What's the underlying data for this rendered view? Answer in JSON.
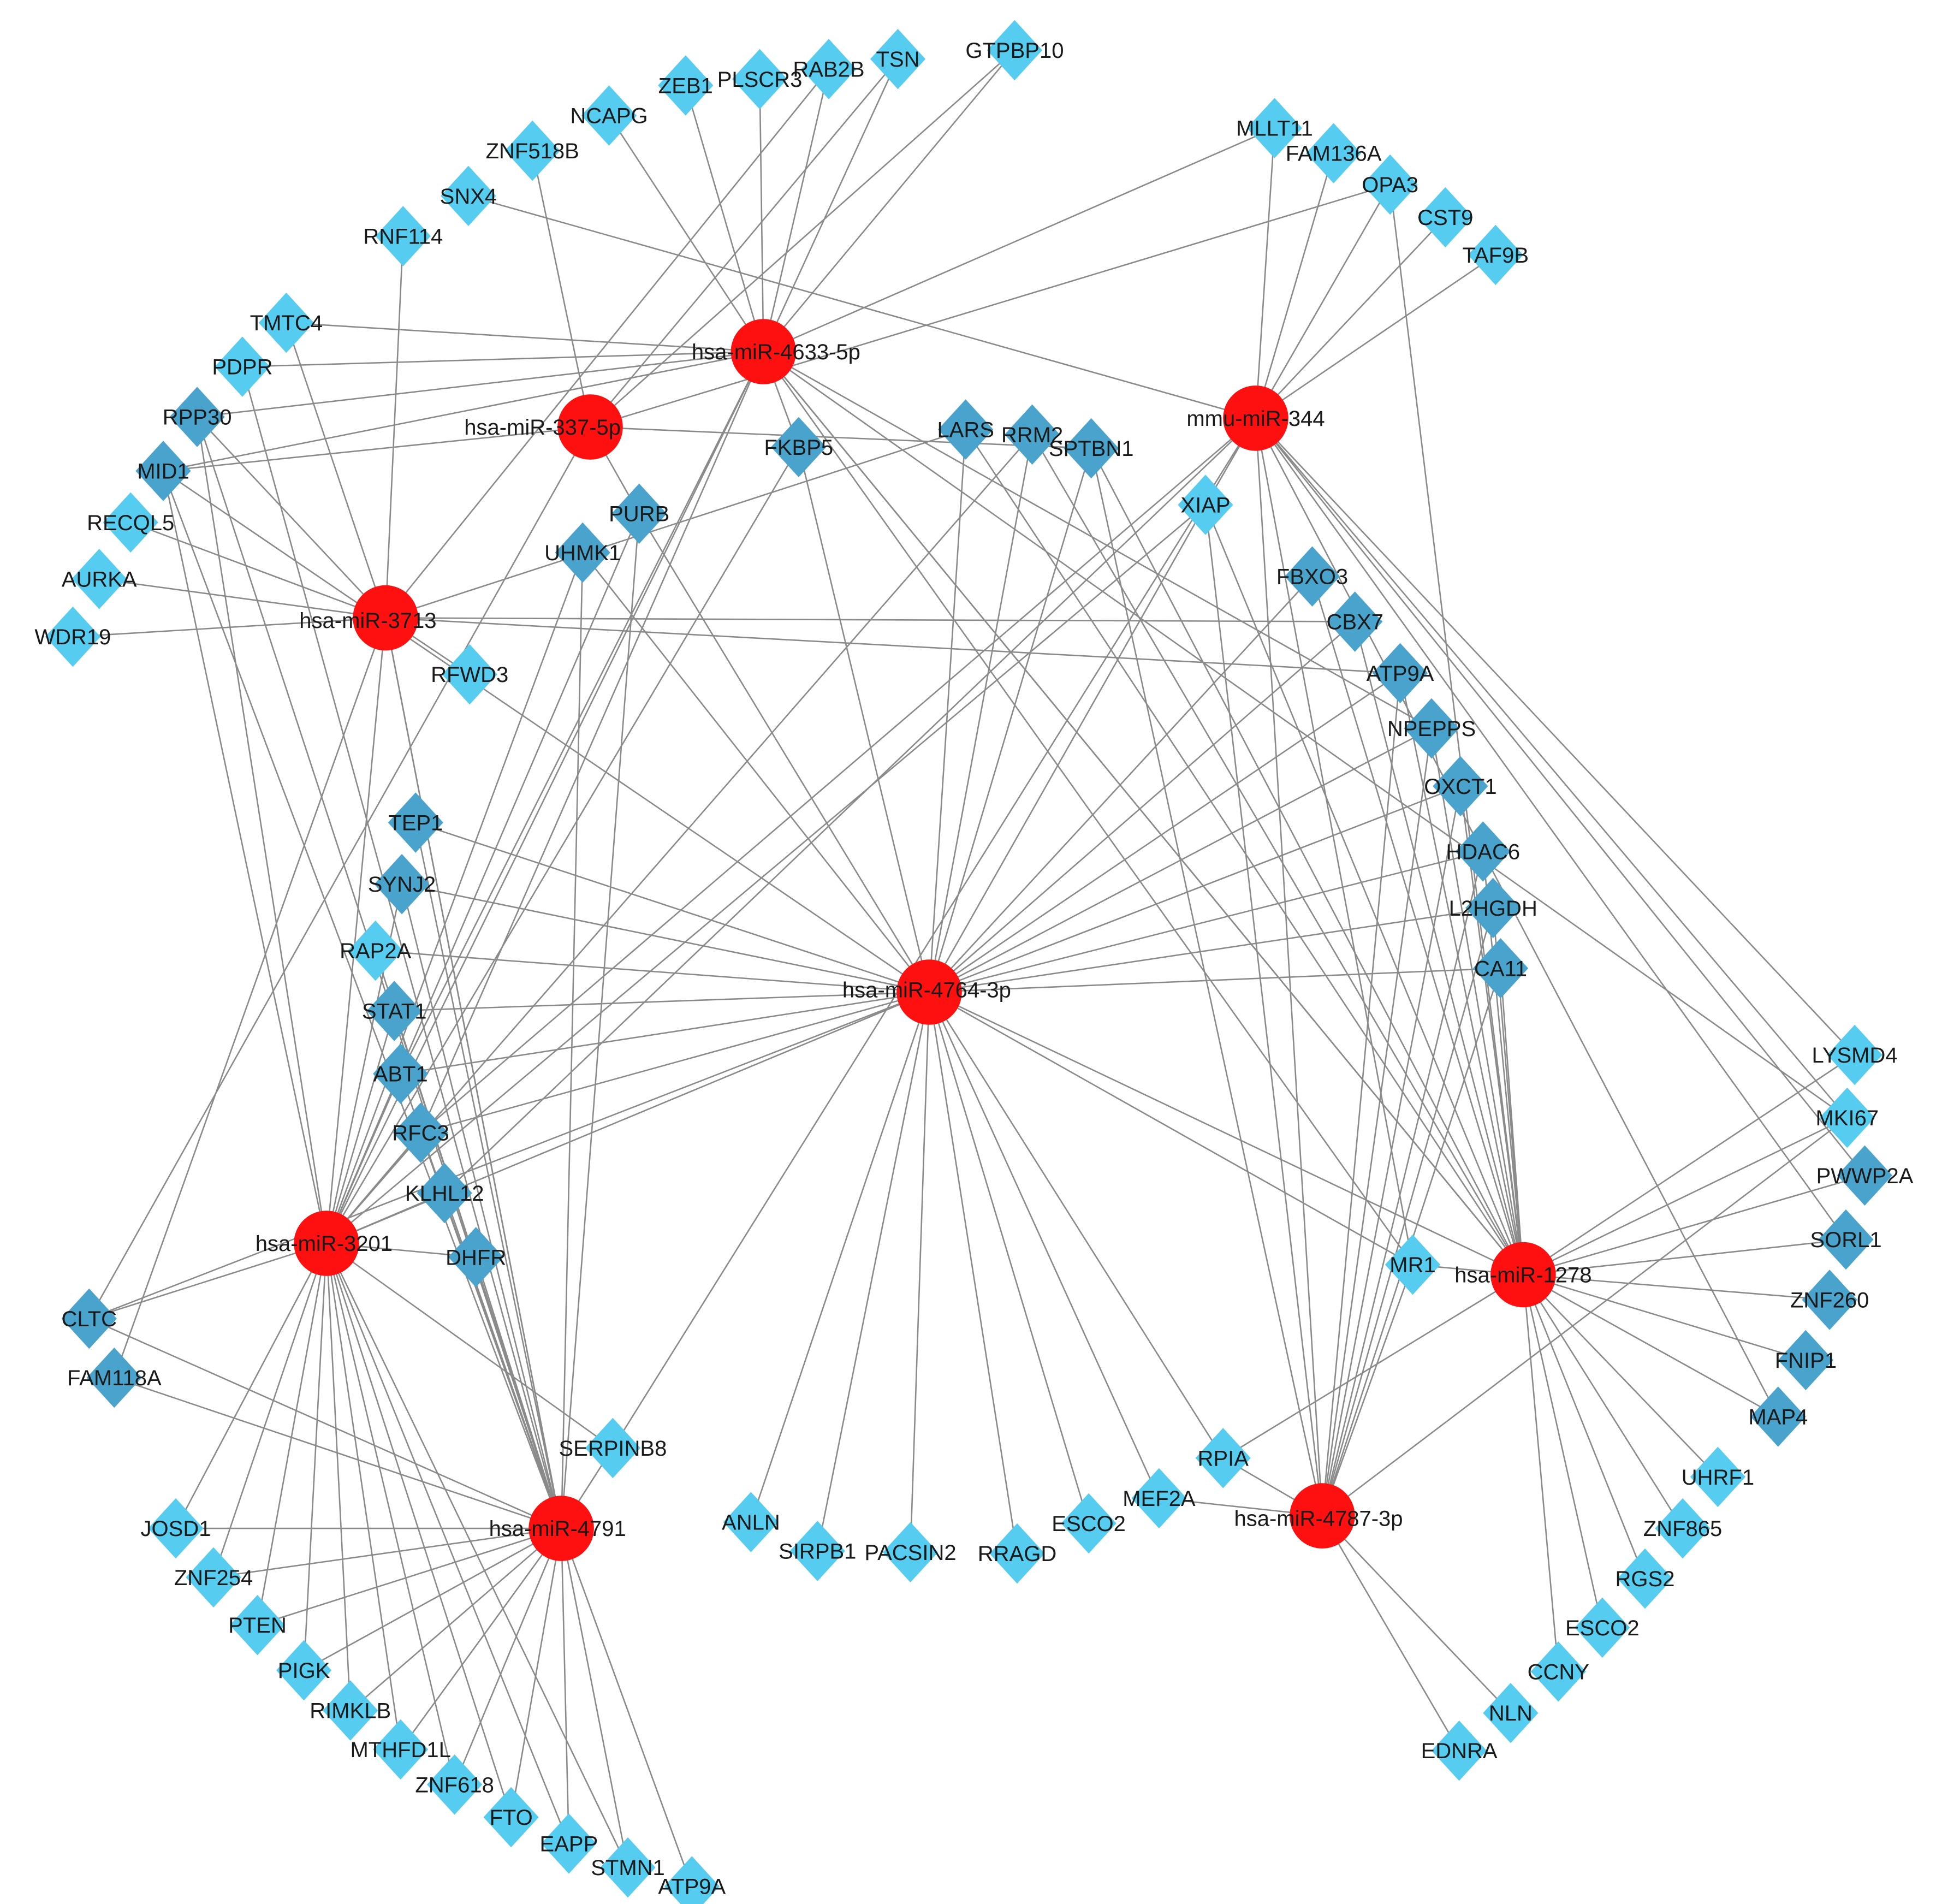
{
  "colors": {
    "mirna": "#ff1010",
    "gene_light": "#55ccf0",
    "gene_dark": "#4aa3cc",
    "edge": "#8a8a8a",
    "label": "#1a1a1a"
  },
  "mirnas": [
    {
      "id": "m4633",
      "label": "hsa-miR-4633-5p"
    },
    {
      "id": "m337",
      "label": "hsa-miR-337-5p"
    },
    {
      "id": "m344",
      "label": "mmu-miR-344"
    },
    {
      "id": "m3713",
      "label": "hsa-miR-3713"
    },
    {
      "id": "m4764",
      "label": "hsa-miR-4764-3p"
    },
    {
      "id": "m3201",
      "label": "hsa-miR-3201"
    },
    {
      "id": "m1278",
      "label": "hsa-miR-1278"
    },
    {
      "id": "m4791",
      "label": "hsa-miR-4791"
    },
    {
      "id": "m4787",
      "label": "hsa-miR-4787-3p"
    }
  ],
  "genes": [
    {
      "id": "GTPBP10",
      "label": "GTPBP10",
      "shade": "light"
    },
    {
      "id": "TSN",
      "label": "TSN",
      "shade": "light"
    },
    {
      "id": "RAB2B",
      "label": "RAB2B",
      "shade": "light"
    },
    {
      "id": "PLSCR3",
      "label": "PLSCR3",
      "shade": "light"
    },
    {
      "id": "ZEB1",
      "label": "ZEB1",
      "shade": "light"
    },
    {
      "id": "NCAPG",
      "label": "NCAPG",
      "shade": "light"
    },
    {
      "id": "ZNF518B",
      "label": "ZNF518B",
      "shade": "light"
    },
    {
      "id": "SNX4",
      "label": "SNX4",
      "shade": "light"
    },
    {
      "id": "RNF114",
      "label": "RNF114",
      "shade": "light"
    },
    {
      "id": "TMTC4",
      "label": "TMTC4",
      "shade": "light"
    },
    {
      "id": "PDPR",
      "label": "PDPR",
      "shade": "light"
    },
    {
      "id": "RPP30",
      "label": "RPP30",
      "shade": "dark"
    },
    {
      "id": "MID1",
      "label": "MID1",
      "shade": "dark"
    },
    {
      "id": "RECQL5",
      "label": "RECQL5",
      "shade": "light"
    },
    {
      "id": "AURKA",
      "label": "AURKA",
      "shade": "light"
    },
    {
      "id": "WDR19",
      "label": "WDR19",
      "shade": "light"
    },
    {
      "id": "RFWD3",
      "label": "RFWD3",
      "shade": "light"
    },
    {
      "id": "MLLT11",
      "label": "MLLT11",
      "shade": "light"
    },
    {
      "id": "FAM136A",
      "label": "FAM136A",
      "shade": "light"
    },
    {
      "id": "OPA3",
      "label": "OPA3",
      "shade": "light"
    },
    {
      "id": "CST9",
      "label": "CST9",
      "shade": "light"
    },
    {
      "id": "TAF9B",
      "label": "TAF9B",
      "shade": "light"
    },
    {
      "id": "LARS",
      "label": "LARS",
      "shade": "dark"
    },
    {
      "id": "RRM2",
      "label": "RRM2",
      "shade": "dark"
    },
    {
      "id": "SPTBN1",
      "label": "SPTBN1",
      "shade": "dark"
    },
    {
      "id": "FKBP5",
      "label": "FKBP5",
      "shade": "dark"
    },
    {
      "id": "PURB",
      "label": "PURB",
      "shade": "dark"
    },
    {
      "id": "UHMK1",
      "label": "UHMK1",
      "shade": "dark"
    },
    {
      "id": "XIAP",
      "label": "XIAP",
      "shade": "light"
    },
    {
      "id": "FBXO3",
      "label": "FBXO3",
      "shade": "dark"
    },
    {
      "id": "CBX7",
      "label": "CBX7",
      "shade": "dark"
    },
    {
      "id": "ATP9A_top",
      "label": "ATP9A",
      "shade": "dark"
    },
    {
      "id": "NPEPPS",
      "label": "NPEPPS",
      "shade": "dark"
    },
    {
      "id": "OXCT1",
      "label": "OXCT1",
      "shade": "dark"
    },
    {
      "id": "HDAC6",
      "label": "HDAC6",
      "shade": "dark"
    },
    {
      "id": "L2HGDH",
      "label": "L2HGDH",
      "shade": "dark"
    },
    {
      "id": "CA11",
      "label": "CA11",
      "shade": "dark"
    },
    {
      "id": "TEP1",
      "label": "TEP1",
      "shade": "dark"
    },
    {
      "id": "SYNJ2",
      "label": "SYNJ2",
      "shade": "dark"
    },
    {
      "id": "RAP2A",
      "label": "RAP2A",
      "shade": "light"
    },
    {
      "id": "STAT1",
      "label": "STAT1",
      "shade": "dark"
    },
    {
      "id": "ABT1",
      "label": "ABT1",
      "shade": "dark"
    },
    {
      "id": "RFC3",
      "label": "RFC3",
      "shade": "dark"
    },
    {
      "id": "KLHL12",
      "label": "KLHL12",
      "shade": "dark"
    },
    {
      "id": "DHFR",
      "label": "DHFR",
      "shade": "dark"
    },
    {
      "id": "LYSMD4",
      "label": "LYSMD4",
      "shade": "light"
    },
    {
      "id": "MKI67",
      "label": "MKI67",
      "shade": "light"
    },
    {
      "id": "PWWP2A",
      "label": "PWWP2A",
      "shade": "dark"
    },
    {
      "id": "SORL1",
      "label": "SORL1",
      "shade": "dark"
    },
    {
      "id": "ZNF260",
      "label": "ZNF260",
      "shade": "dark"
    },
    {
      "id": "FNIP1",
      "label": "FNIP1",
      "shade": "dark"
    },
    {
      "id": "MAP4",
      "label": "MAP4",
      "shade": "dark"
    },
    {
      "id": "MR1",
      "label": "MR1",
      "shade": "light"
    },
    {
      "id": "CLTC",
      "label": "CLTC",
      "shade": "dark"
    },
    {
      "id": "FAM118A",
      "label": "FAM118A",
      "shade": "dark"
    },
    {
      "id": "SERPINB8",
      "label": "SERPINB8",
      "shade": "light"
    },
    {
      "id": "JOSD1",
      "label": "JOSD1",
      "shade": "light"
    },
    {
      "id": "ZNF254",
      "label": "ZNF254",
      "shade": "light"
    },
    {
      "id": "PTEN",
      "label": "PTEN",
      "shade": "light"
    },
    {
      "id": "PIGK",
      "label": "PIGK",
      "shade": "light"
    },
    {
      "id": "RIMKLB",
      "label": "RIMKLB",
      "shade": "light"
    },
    {
      "id": "MTHFD1L",
      "label": "MTHFD1L",
      "shade": "light"
    },
    {
      "id": "ZNF618",
      "label": "ZNF618",
      "shade": "light"
    },
    {
      "id": "FTO",
      "label": "FTO",
      "shade": "light"
    },
    {
      "id": "EAPP",
      "label": "EAPP",
      "shade": "light"
    },
    {
      "id": "STMN1",
      "label": "STMN1",
      "shade": "light"
    },
    {
      "id": "ATP9A_bot",
      "label": "ATP9A",
      "shade": "light"
    },
    {
      "id": "ANLN",
      "label": "ANLN",
      "shade": "light"
    },
    {
      "id": "SIRPB1",
      "label": "SIRPB1",
      "shade": "light"
    },
    {
      "id": "PACSIN2",
      "label": "PACSIN2",
      "shade": "light"
    },
    {
      "id": "RRAGD",
      "label": "RRAGD",
      "shade": "light"
    },
    {
      "id": "ESCO2_mid",
      "label": "ESCO2",
      "shade": "light"
    },
    {
      "id": "MEF2A",
      "label": "MEF2A",
      "shade": "light"
    },
    {
      "id": "RPIA",
      "label": "RPIA",
      "shade": "light"
    },
    {
      "id": "UHRF1",
      "label": "UHRF1",
      "shade": "light"
    },
    {
      "id": "ZNF865",
      "label": "ZNF865",
      "shade": "light"
    },
    {
      "id": "RGS2",
      "label": "RGS2",
      "shade": "light"
    },
    {
      "id": "ESCO2_right",
      "label": "ESCO2",
      "shade": "light"
    },
    {
      "id": "CCNY",
      "label": "CCNY",
      "shade": "light"
    },
    {
      "id": "NLN",
      "label": "NLN",
      "shade": "light"
    },
    {
      "id": "EDNRA",
      "label": "EDNRA",
      "shade": "light"
    }
  ],
  "edges": [
    [
      "m4633",
      "GTPBP10"
    ],
    [
      "m4633",
      "TSN"
    ],
    [
      "m4633",
      "RAB2B"
    ],
    [
      "m4633",
      "PLSCR3"
    ],
    [
      "m4633",
      "ZEB1"
    ],
    [
      "m4633",
      "NCAPG"
    ],
    [
      "m4633",
      "TMTC4"
    ],
    [
      "m4633",
      "PDPR"
    ],
    [
      "m4633",
      "RPP30"
    ],
    [
      "m4633",
      "MLLT11"
    ],
    [
      "m4633",
      "FKBP5"
    ],
    [
      "m4633",
      "MR1"
    ],
    [
      "m4633",
      "NPEPPS"
    ],
    [
      "m4633",
      "MKI67"
    ],
    [
      "m4633",
      "MID1"
    ],
    [
      "m4633",
      "RFC3"
    ],
    [
      "m4633",
      "ABT1"
    ],
    [
      "m4633",
      "m1278"
    ],
    [
      "m337",
      "TSN"
    ],
    [
      "m337",
      "ZNF518B"
    ],
    [
      "m337",
      "MID1"
    ],
    [
      "m337",
      "OPA3"
    ],
    [
      "m337",
      "PURB"
    ],
    [
      "m337",
      "SPTBN1"
    ],
    [
      "m337",
      "CLTC"
    ],
    [
      "m337",
      "GTPBP10"
    ],
    [
      "m344",
      "MLLT11"
    ],
    [
      "m344",
      "FAM136A"
    ],
    [
      "m344",
      "OPA3"
    ],
    [
      "m344",
      "CST9"
    ],
    [
      "m344",
      "TAF9B"
    ],
    [
      "m344",
      "SNX4"
    ],
    [
      "m344",
      "XIAP"
    ],
    [
      "m344",
      "MR1"
    ],
    [
      "m344",
      "MKI67"
    ],
    [
      "m344",
      "LYSMD4"
    ],
    [
      "m344",
      "PWWP2A"
    ],
    [
      "m344",
      "SORL1"
    ],
    [
      "m344",
      "MAP4"
    ],
    [
      "m344",
      "RFC3"
    ],
    [
      "m344",
      "KLHL12"
    ],
    [
      "m344",
      "SERPINB8"
    ],
    [
      "m344",
      "m4787"
    ],
    [
      "m3713",
      "WDR19"
    ],
    [
      "m3713",
      "AURKA"
    ],
    [
      "m3713",
      "RECQL5"
    ],
    [
      "m3713",
      "RPP30"
    ],
    [
      "m3713",
      "TMTC4"
    ],
    [
      "m3713",
      "RNF114"
    ],
    [
      "m3713",
      "RAB2B"
    ],
    [
      "m3713",
      "LARS"
    ],
    [
      "m3713",
      "CBX7"
    ],
    [
      "m3713",
      "ATP9A_top"
    ],
    [
      "m3713",
      "RFWD3"
    ],
    [
      "m3713",
      "m3201"
    ],
    [
      "m3713",
      "m4791"
    ],
    [
      "m3713",
      "FAM118A"
    ],
    [
      "m4764",
      "FKBP5"
    ],
    [
      "m4764",
      "UHMK1"
    ],
    [
      "m4764",
      "LARS"
    ],
    [
      "m4764",
      "RRM2"
    ],
    [
      "m4764",
      "SPTBN1"
    ],
    [
      "m4764",
      "XIAP"
    ],
    [
      "m4764",
      "FBXO3"
    ],
    [
      "m4764",
      "CBX7"
    ],
    [
      "m4764",
      "ATP9A_top"
    ],
    [
      "m4764",
      "NPEPPS"
    ],
    [
      "m4764",
      "OXCT1"
    ],
    [
      "m4764",
      "HDAC6"
    ],
    [
      "m4764",
      "L2HGDH"
    ],
    [
      "m4764",
      "CA11"
    ],
    [
      "m4764",
      "TEP1"
    ],
    [
      "m4764",
      "SYNJ2"
    ],
    [
      "m4764",
      "RAP2A"
    ],
    [
      "m4764",
      "STAT1"
    ],
    [
      "m4764",
      "ABT1"
    ],
    [
      "m4764",
      "RFC3"
    ],
    [
      "m4764",
      "MID1"
    ],
    [
      "m4764",
      "PURB"
    ],
    [
      "m4764",
      "ANLN"
    ],
    [
      "m4764",
      "SIRPB1"
    ],
    [
      "m4764",
      "PACSIN2"
    ],
    [
      "m4764",
      "RRAGD"
    ],
    [
      "m4764",
      "ESCO2_mid"
    ],
    [
      "m4764",
      "MEF2A"
    ],
    [
      "m4764",
      "RPIA"
    ],
    [
      "m4764",
      "MR1"
    ],
    [
      "m4764",
      "m1278"
    ],
    [
      "m4764",
      "CLTC"
    ],
    [
      "m4764",
      "m3201"
    ],
    [
      "m3201",
      "MID1"
    ],
    [
      "m3201",
      "RPP30"
    ],
    [
      "m3201",
      "UHMK1"
    ],
    [
      "m3201",
      "PURB"
    ],
    [
      "m3201",
      "FKBP5"
    ],
    [
      "m3201",
      "RRM2"
    ],
    [
      "m3201",
      "XIAP"
    ],
    [
      "m3201",
      "CLTC"
    ],
    [
      "m3201",
      "JOSD1"
    ],
    [
      "m3201",
      "ZNF254"
    ],
    [
      "m3201",
      "PTEN"
    ],
    [
      "m3201",
      "PIGK"
    ],
    [
      "m3201",
      "RIMKLB"
    ],
    [
      "m3201",
      "MTHFD1L"
    ],
    [
      "m3201",
      "ZNF618"
    ],
    [
      "m3201",
      "FTO"
    ],
    [
      "m3201",
      "EAPP"
    ],
    [
      "m3201",
      "STMN1"
    ],
    [
      "m3201",
      "SERPINB8"
    ],
    [
      "m3201",
      "DHFR"
    ],
    [
      "m3201",
      "STAT1"
    ],
    [
      "m3201",
      "ABT1"
    ],
    [
      "m3201",
      "RFC3"
    ],
    [
      "m3201",
      "KLHL12"
    ],
    [
      "m3201",
      "SYNJ2"
    ],
    [
      "m3201",
      "m4633"
    ],
    [
      "m1278",
      "LYSMD4"
    ],
    [
      "m1278",
      "MKI67"
    ],
    [
      "m1278",
      "PWWP2A"
    ],
    [
      "m1278",
      "SORL1"
    ],
    [
      "m1278",
      "ZNF260"
    ],
    [
      "m1278",
      "FNIP1"
    ],
    [
      "m1278",
      "MAP4"
    ],
    [
      "m1278",
      "UHRF1"
    ],
    [
      "m1278",
      "ZNF865"
    ],
    [
      "m1278",
      "RGS2"
    ],
    [
      "m1278",
      "ESCO2_right"
    ],
    [
      "m1278",
      "CCNY"
    ],
    [
      "m1278",
      "MR1"
    ],
    [
      "m1278",
      "RPIA"
    ],
    [
      "m1278",
      "OPA3"
    ],
    [
      "m1278",
      "SPTBN1"
    ],
    [
      "m1278",
      "LARS"
    ],
    [
      "m1278",
      "RRM2"
    ],
    [
      "m1278",
      "FBXO3"
    ],
    [
      "m1278",
      "CBX7"
    ],
    [
      "m1278",
      "ATP9A_top"
    ],
    [
      "m1278",
      "NPEPPS"
    ],
    [
      "m1278",
      "OXCT1"
    ],
    [
      "m1278",
      "HDAC6"
    ],
    [
      "m1278",
      "L2HGDH"
    ],
    [
      "m1278",
      "CA11"
    ],
    [
      "m1278",
      "m4633"
    ],
    [
      "m1278",
      "XIAP"
    ],
    [
      "m4791",
      "STAT1"
    ],
    [
      "m4791",
      "RAP2A"
    ],
    [
      "m4791",
      "SYNJ2"
    ],
    [
      "m4791",
      "TEP1"
    ],
    [
      "m4791",
      "ABT1"
    ],
    [
      "m4791",
      "RFC3"
    ],
    [
      "m4791",
      "KLHL12"
    ],
    [
      "m4791",
      "DHFR"
    ],
    [
      "m4791",
      "UHMK1"
    ],
    [
      "m4791",
      "PURB"
    ],
    [
      "m4791",
      "MID1"
    ],
    [
      "m4791",
      "RPP30"
    ],
    [
      "m4791",
      "PDPR"
    ],
    [
      "m4791",
      "CLTC"
    ],
    [
      "m4791",
      "FAM118A"
    ],
    [
      "m4791",
      "JOSD1"
    ],
    [
      "m4791",
      "ZNF254"
    ],
    [
      "m4791",
      "PTEN"
    ],
    [
      "m4791",
      "PIGK"
    ],
    [
      "m4791",
      "RIMKLB"
    ],
    [
      "m4791",
      "MTHFD1L"
    ],
    [
      "m4791",
      "ZNF618"
    ],
    [
      "m4791",
      "FTO"
    ],
    [
      "m4791",
      "EAPP"
    ],
    [
      "m4791",
      "STMN1"
    ],
    [
      "m4791",
      "ATP9A_bot"
    ],
    [
      "m4791",
      "SERPINB8"
    ],
    [
      "m4791",
      "m3713"
    ],
    [
      "m4787",
      "NLN"
    ],
    [
      "m4787",
      "EDNRA"
    ],
    [
      "m4787",
      "MR1"
    ],
    [
      "m4787",
      "XIAP"
    ],
    [
      "m4787",
      "SPTBN1"
    ],
    [
      "m4787",
      "MKI67"
    ],
    [
      "m4787",
      "HDAC6"
    ],
    [
      "m4787",
      "OXCT1"
    ],
    [
      "m4787",
      "NPEPPS"
    ],
    [
      "m4787",
      "MEF2A"
    ],
    [
      "m4787",
      "RPIA"
    ],
    [
      "m4787",
      "CA11"
    ],
    [
      "m4787",
      "L2HGDH"
    ],
    [
      "m4787",
      "ATP9A_top"
    ]
  ]
}
